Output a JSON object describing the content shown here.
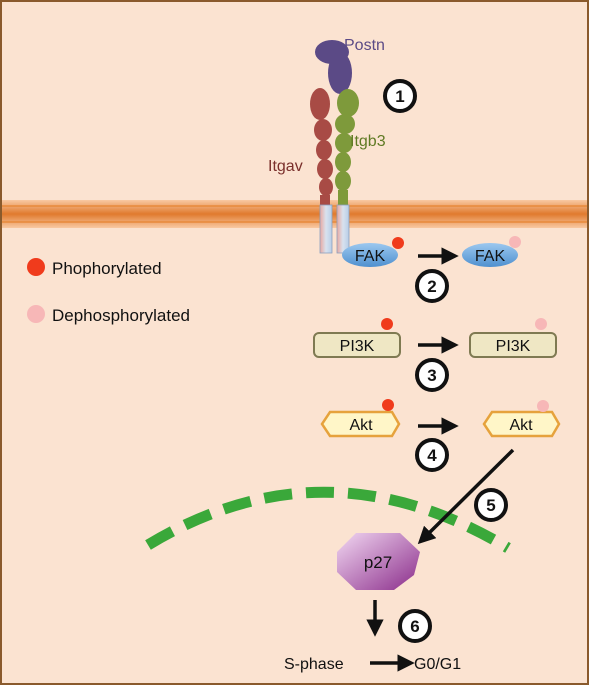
{
  "colors": {
    "background": "#fbe3d1",
    "border": "#8a5a2c",
    "membrane_light": "#f7b98a",
    "membrane_dark": "#e07a2e",
    "postn": "#5b4a86",
    "itgav": "#a84b45",
    "itgb3": "#7e9a3b",
    "fak": "#6aa6dc",
    "pi3k_fill": "#efe7c4",
    "pi3k_stroke": "#7f7a52",
    "akt_fill": "#fff6c8",
    "akt_stroke": "#e6a23c",
    "p27": "#9c3f9c",
    "nucleus": "#3aa83a",
    "phospho": "#f03b1c",
    "dephospho": "#f7b7b7"
  },
  "proteins": {
    "postn": "Postn",
    "itgb3": "Itgb3",
    "itgav": "Itgav",
    "fak_left": "FAK",
    "fak_right": "FAK",
    "pi3k_left": "PI3K",
    "pi3k_right": "PI3K",
    "akt_left": "Akt",
    "akt_right": "Akt",
    "p27": "p27"
  },
  "legend": {
    "phosphorylated": "Phophorylated",
    "dephosphorylated": "Dephosphorylated"
  },
  "steps": [
    "1",
    "2",
    "3",
    "4",
    "5",
    "6"
  ],
  "cell_cycle": {
    "from": "S-phase",
    "to": "G0/G1"
  }
}
